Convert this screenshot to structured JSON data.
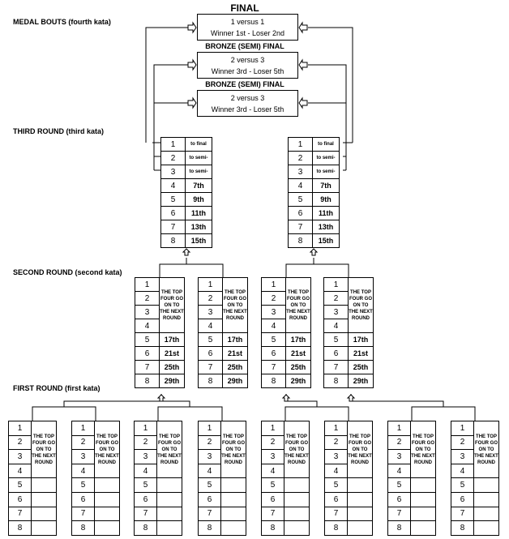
{
  "labels": {
    "medal": "MEDAL BOUTS (fourth kata)",
    "third": "THIRD ROUND (third kata)",
    "second": "SECOND ROUND (second kata)",
    "first": "FIRST ROUND (first kata)"
  },
  "medal": {
    "final_title": "FINAL",
    "final_line1": "1 versus 1",
    "final_line2": "Winner 1st - Loser 2nd",
    "bronze_title": "BRONZE (SEMI) FINAL",
    "bronze_line1": "2 versus 3",
    "bronze_line2": "Winner 3rd - Loser 5th"
  },
  "third_round": {
    "left_nums": [
      "1",
      "2",
      "3",
      "4",
      "5",
      "6",
      "7",
      "8"
    ],
    "right_nums": [
      "1",
      "2",
      "3",
      "4",
      "5",
      "6",
      "7",
      "8"
    ],
    "results": [
      "to final",
      "to semi-",
      "to semi-",
      "7th",
      "9th",
      "11th",
      "13th",
      "15th"
    ]
  },
  "second_round": {
    "nums": [
      "1",
      "2",
      "3",
      "4",
      "5",
      "6",
      "7",
      "8"
    ],
    "note": "THE TOP FOUR GO ON TO THE NEXT ROUND",
    "results": [
      "17th",
      "21st",
      "25th",
      "29th"
    ]
  },
  "first_round": {
    "nums": [
      "1",
      "2",
      "3",
      "4",
      "5",
      "6",
      "7",
      "8"
    ],
    "note": "THE TOP FOUR GO ON TO THE NEXT ROUND"
  }
}
